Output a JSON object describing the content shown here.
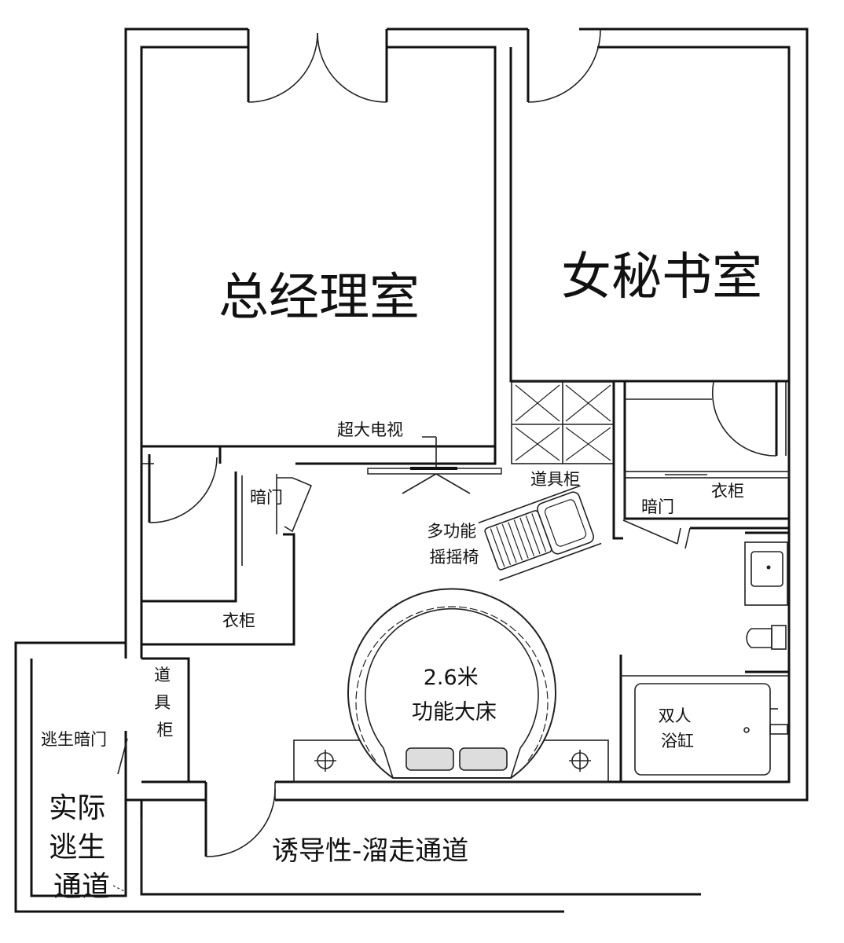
{
  "rooms": {
    "gm_office": "总经理室",
    "secretary_office": "女秘书室",
    "bed": "2.6米\n功能大床",
    "bathtub": "双人\n浴缸"
  },
  "labels": {
    "tv": "超大电视",
    "prop_cabinet_top": "道具柜",
    "hidden_door_left": "暗门",
    "hidden_door_right": "暗门",
    "wardrobe_right": "衣柜",
    "wardrobe_left": "衣柜",
    "rocking_chair": "多功能\n摇摇椅",
    "prop_cabinet_side": "道\n具\n柜",
    "escape_hidden_door": "逃生暗门",
    "actual_escape_route": "实际\n逃生\n通道",
    "decoy_route": "诱导性-溜走通道"
  }
}
